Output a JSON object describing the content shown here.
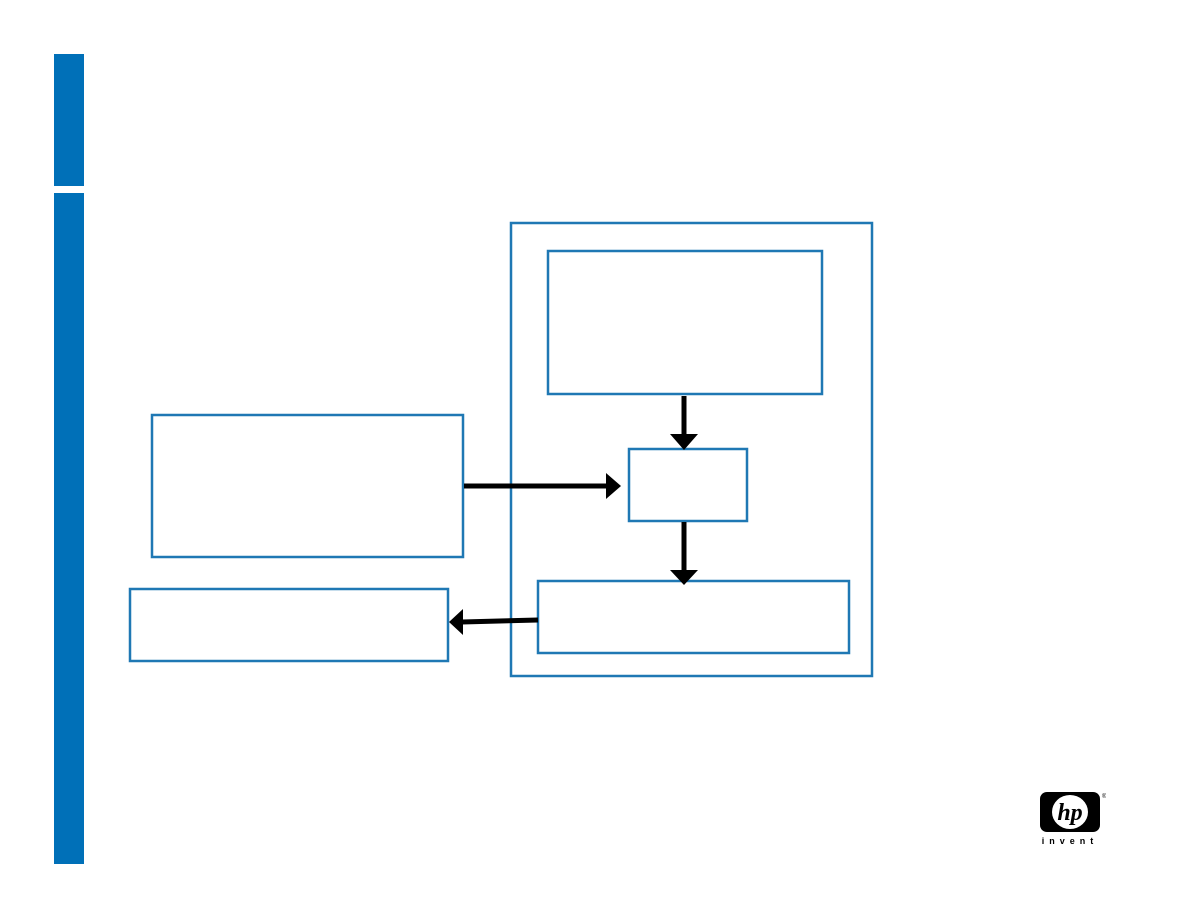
{
  "colors": {
    "accent_blue": "#0070b8",
    "box_border": "#1f78b4",
    "arrow": "#000000",
    "logo_black": "#000000"
  },
  "decorations": {
    "side_bar_color": "#0070b8"
  },
  "diagram": {
    "boxes": [
      {
        "id": "container",
        "label": ""
      },
      {
        "id": "top-box",
        "label": ""
      },
      {
        "id": "center-box",
        "label": ""
      },
      {
        "id": "bottom-box",
        "label": ""
      },
      {
        "id": "left-input-box",
        "label": ""
      },
      {
        "id": "left-output-box",
        "label": ""
      }
    ],
    "arrows": [
      {
        "from": "top-box",
        "to": "center-box"
      },
      {
        "from": "left-input-box",
        "to": "center-box"
      },
      {
        "from": "center-box",
        "to": "bottom-box"
      },
      {
        "from": "bottom-box",
        "to": "left-output-box"
      }
    ]
  },
  "logo": {
    "icon": "hp-logo-icon",
    "mark": "hp",
    "tagline": "invent"
  }
}
